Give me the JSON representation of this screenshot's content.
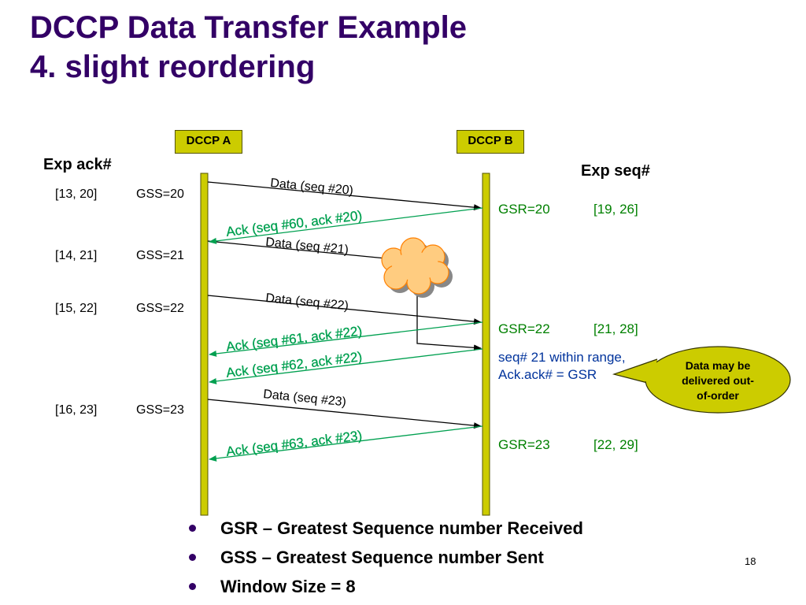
{
  "title": {
    "line1": "DCCP Data Transfer Example",
    "line2": "4. slight reordering"
  },
  "hosts": {
    "a": "DCCP A",
    "b": "DCCP B"
  },
  "headers": {
    "exp_ack": "Exp ack#",
    "exp_seq": "Exp seq#"
  },
  "left_rows": [
    {
      "range": "[13, 20]",
      "gss": "GSS=20"
    },
    {
      "range": "[14, 21]",
      "gss": "GSS=21"
    },
    {
      "range": "[15, 22]",
      "gss": "GSS=22"
    },
    {
      "range": "[16, 23]",
      "gss": "GSS=23"
    }
  ],
  "right_rows": [
    {
      "gsr": "GSR=20",
      "range": "[19, 26]"
    },
    {
      "gsr": "GSR=22",
      "range": "[21, 28]"
    },
    {
      "gsr": "GSR=23",
      "range": "[22, 29]"
    }
  ],
  "messages": {
    "data20": "Data (seq #20)",
    "ack60": "Ack (seq #60, ack #20)",
    "data21": "Data (seq #21)",
    "data22": "Data (seq #22)",
    "ack61": "Ack (seq #61, ack #22)",
    "ack62": "Ack (seq #62, ack #22)",
    "data23": "Data (seq #23)",
    "ack63": "Ack (seq #63, ack #23)"
  },
  "note": {
    "line1": "seq# 21 within range,",
    "line2": "Ack.ack# = GSR"
  },
  "callout": {
    "line1": "Data may be",
    "line2": "delivered out-",
    "line3": "of-order"
  },
  "bullets": [
    "GSR – Greatest Sequence number Received",
    "GSS – Greatest Sequence number Sent",
    "Window Size = 8"
  ],
  "page_number": "18",
  "colors": {
    "title": "#330066",
    "bar": "#cccc00",
    "ack": "#00a050",
    "note": "#00339c"
  }
}
